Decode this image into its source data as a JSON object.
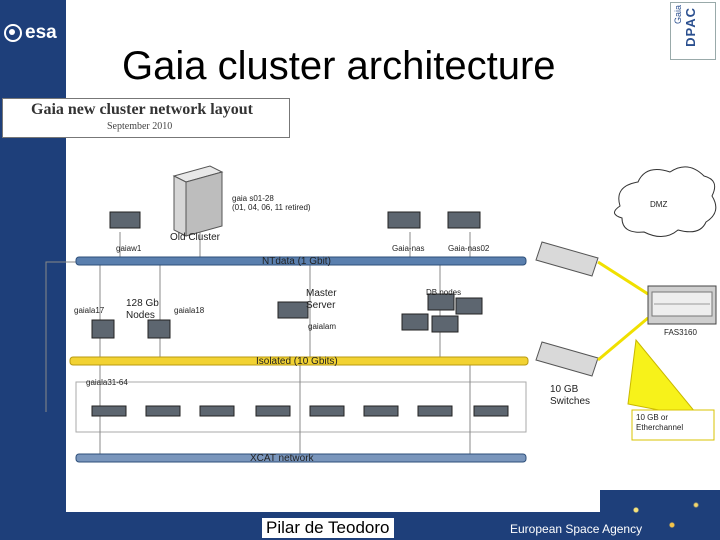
{
  "header": {
    "title": "Gaia cluster architecture",
    "esa_logo_text": "esa",
    "dpac_logo_text": "DPAC",
    "dpac_small_text": "Gaia"
  },
  "layout_box": {
    "heading": "Gaia new cluster network layout",
    "date": "September 2010"
  },
  "diagram": {
    "old_cluster_label": "Old Cluster",
    "old_cluster_note": "gaia s01-28\n(01, 04, 06, 11 retired)",
    "gaiaw_label": "gaiaw1",
    "gaia_nas_label": "Gaia-nas",
    "gaia_nas02_label": "Gaia-nas02",
    "ntdata_label": "NTdata (1 Gbit)",
    "isolated_label": "Isolated (10 Gbits)",
    "xcat_label": "XCAT network",
    "node17_label": "gaiala17",
    "node18_label": "gaiala18",
    "nodes_128gb_label": "128 Gb\nNodes",
    "master_server_label": "Master\nServer",
    "master_host_label": "gaialam",
    "db_nodes_label": "DB nodes",
    "nodes_range_label": "gaiala31-64",
    "switches_label": "10 GB\nSwitches",
    "dmz_label": "DMZ",
    "fas_label": "FAS3160",
    "channel_label": "10 GB or\nEtherchannel"
  },
  "footer": {
    "presenter": "Pilar de Teodoro",
    "agency": "European Space Agency"
  },
  "colors": {
    "brand_blue": "#1e3f7a",
    "network_bar": "#5a7fae",
    "isolated_bar": "#f2d232",
    "link_yellow": "#f0e000"
  }
}
